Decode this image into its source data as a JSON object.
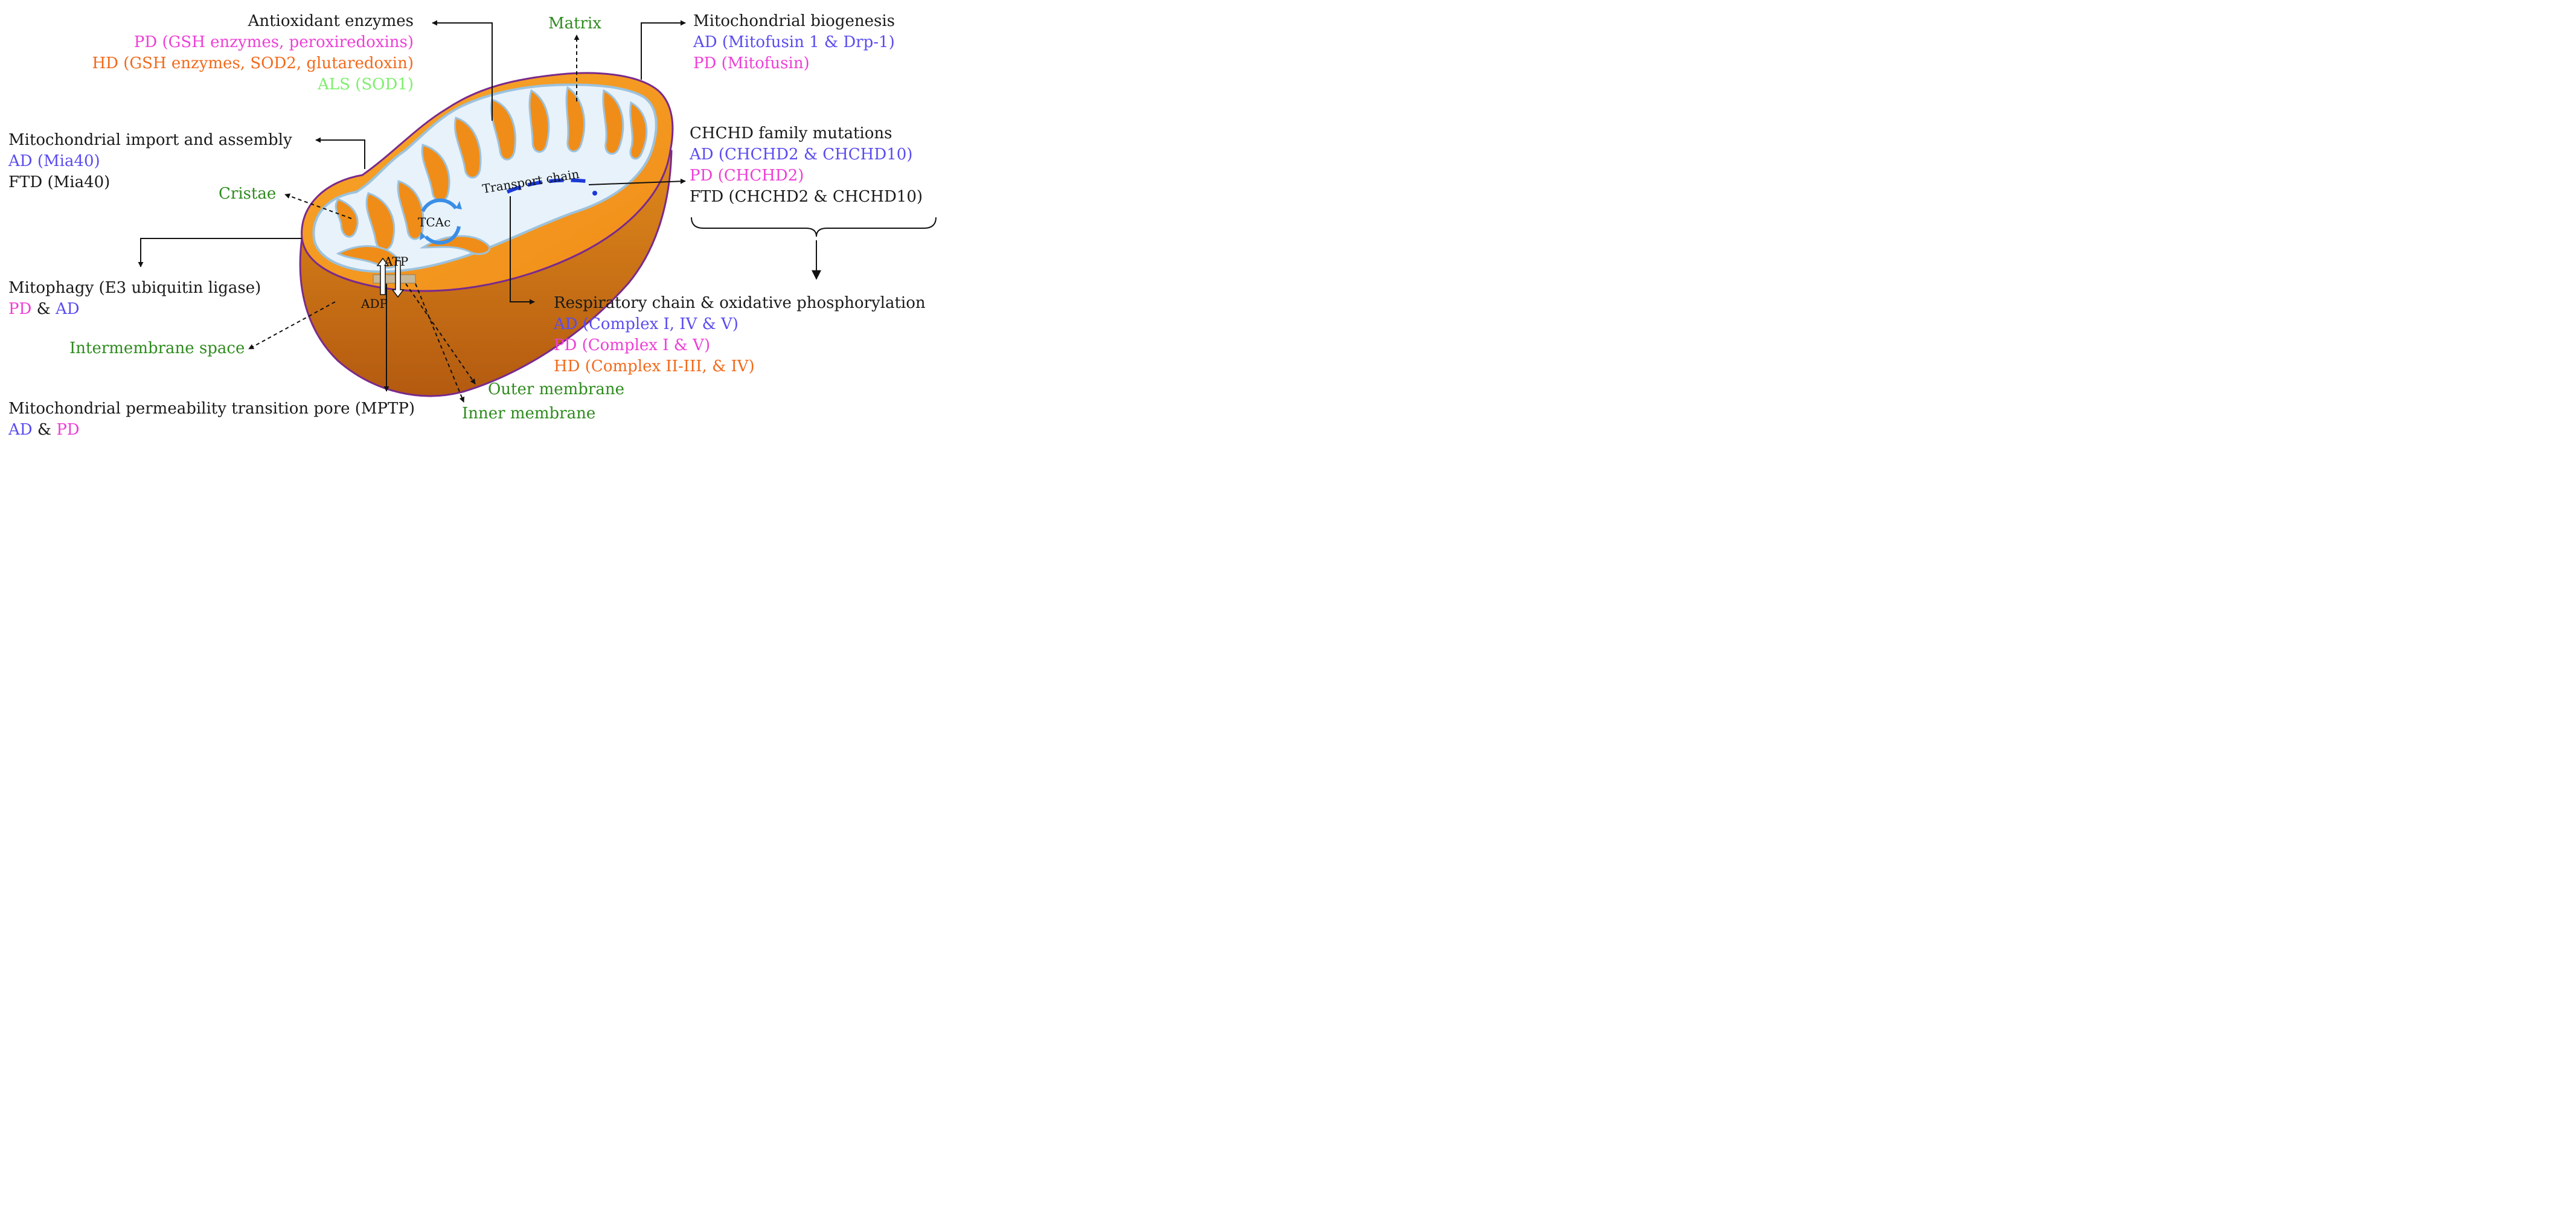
{
  "colors": {
    "black": "#1a1a1a",
    "ad": "#5a4cf0",
    "pd": "#ee3fd6",
    "hd": "#f26a1b",
    "als": "#7cf06a",
    "structure": "#2e8b1e",
    "outer_membrane": "#7a2a8c",
    "matrix_fill": "#e8f2fb",
    "inner_fill": "#f79a1e",
    "chain": "#1a3ad8",
    "tca": "#3a8ee6"
  },
  "antioxidant": {
    "title": "Antioxidant enzymes",
    "pd": "PD (GSH enzymes, peroxiredoxins)",
    "hd": "HD (GSH enzymes, SOD2, glutaredoxin)",
    "als": "ALS (SOD1)"
  },
  "biogenesis": {
    "title": "Mitochondrial biogenesis",
    "ad": "AD (Mitofusin 1 & Drp-1)",
    "pd": "PD (Mitofusin)"
  },
  "import": {
    "title": "Mitochondrial import and assembly",
    "ad": "AD (Mia40)",
    "ftd": "FTD (Mia40)"
  },
  "chchd": {
    "title": "CHCHD family mutations",
    "ad": "AD (CHCHD2 & CHCHD10)",
    "pd": "PD (CHCHD2)",
    "ftd": "FTD (CHCHD2 & CHCHD10)"
  },
  "mitophagy": {
    "title": "Mitophagy (E3 ubiquitin ligase)",
    "pd": "PD",
    "amp": " & ",
    "ad": "AD"
  },
  "respiratory": {
    "title": "Respiratory chain & oxidative phosphorylation",
    "ad": "AD (Complex I, IV & V)",
    "pd": "PD (Complex I & V)",
    "hd": "HD (Complex II-III, & IV)"
  },
  "mptp": {
    "title": "Mitochondrial permeability transition pore (MPTP)",
    "ad": "AD",
    "amp": " & ",
    "pd": "PD"
  },
  "structures": {
    "matrix": "Matrix",
    "cristae": "Cristae",
    "intermembrane": "Intermembrane space",
    "outer_membrane": "Outer membrane",
    "inner_membrane": "Inner membrane"
  },
  "inner_labels": {
    "transport_chain": "Transport chain",
    "tca": "TCAc",
    "atp": "ATP",
    "adp": "ADP"
  }
}
